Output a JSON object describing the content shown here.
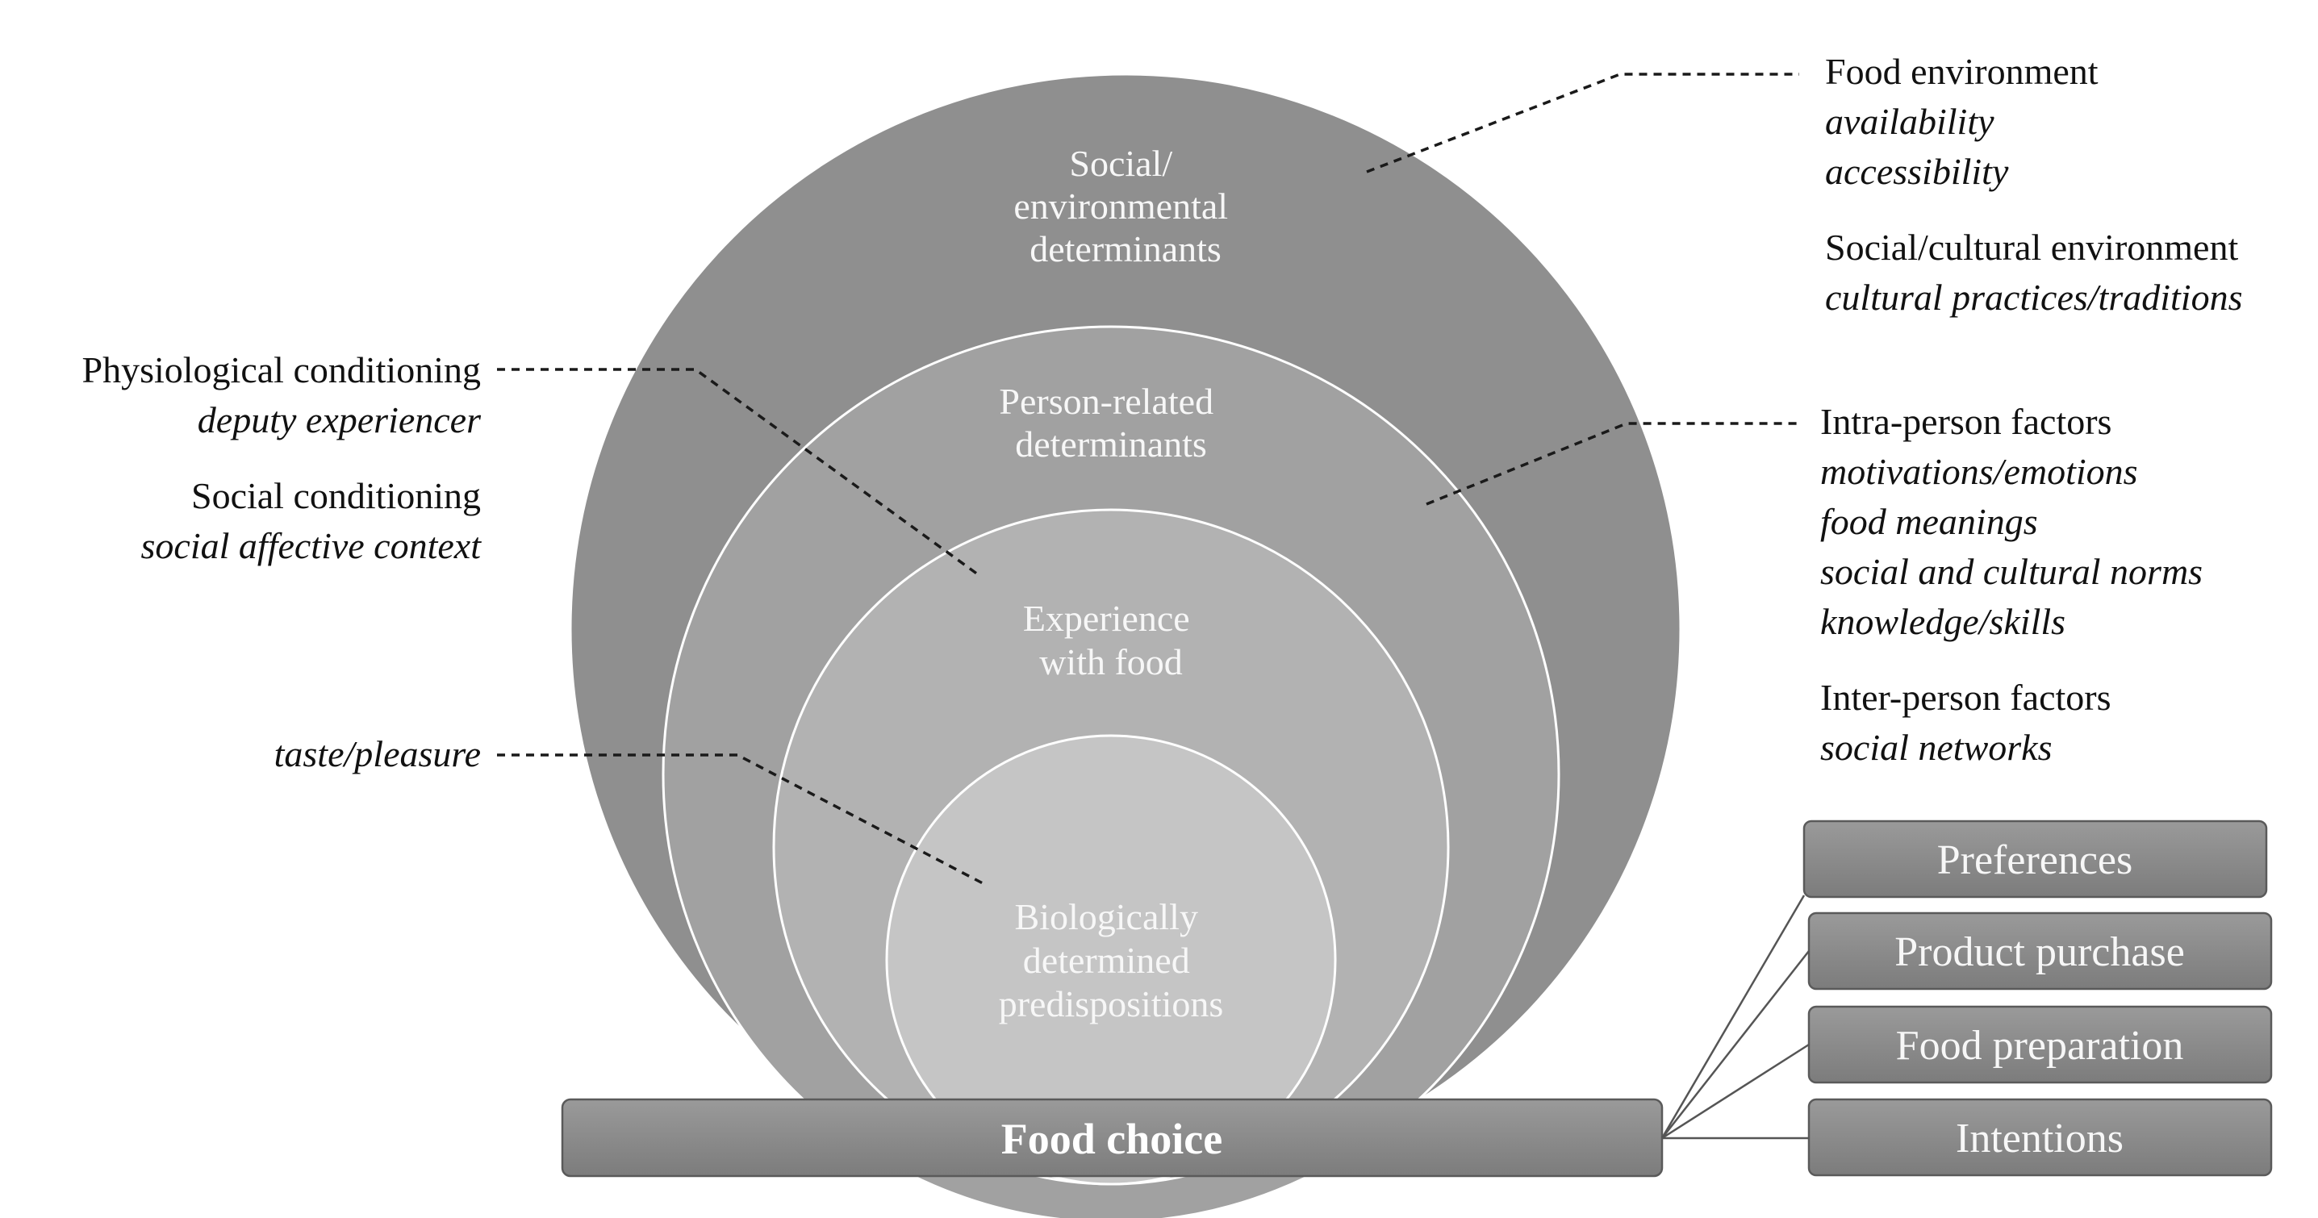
{
  "circles": {
    "outer": {
      "label_lines": [
        "Social/",
        "environmental",
        "determinants"
      ],
      "fill": "#8f8f8f"
    },
    "second": {
      "label_lines": [
        "Person-related",
        "determinants"
      ],
      "fill": "#a1a1a1"
    },
    "third": {
      "label_lines": [
        "Experience",
        "with food"
      ],
      "fill": "#b2b2b2"
    },
    "inner": {
      "label_lines": [
        "Biologically",
        "determined",
        "predispositions"
      ],
      "fill": "#c5c5c5"
    }
  },
  "base": {
    "label": "Food choice",
    "fill": "#8c8c8c"
  },
  "outcomes": [
    {
      "label": "Preferences"
    },
    {
      "label": "Product purchase"
    },
    {
      "label": "Food preparation"
    },
    {
      "label": "Intentions"
    }
  ],
  "right_annotations": {
    "environment": {
      "title1": "Food environment",
      "items1": [
        "availability",
        "accessibility"
      ],
      "title2": "Social/cultural environment",
      "items2": [
        "cultural practices/traditions"
      ]
    },
    "person": {
      "title1": "Intra-person factors",
      "items1": [
        "motivations/emotions",
        "food meanings",
        "social and cultural norms",
        "knowledge/skills"
      ],
      "title2": "Inter-person factors",
      "items2": [
        "social networks"
      ]
    }
  },
  "left_annotations": {
    "experience": {
      "title1": "Physiological conditioning",
      "item1": "deputy experiencer",
      "title2": "Social conditioning",
      "item2": "social affective context"
    },
    "biology": {
      "item": "taste/pleasure"
    }
  },
  "colors": {
    "outline": "#ffffff",
    "box_fill": "#8c8c8c",
    "box_stroke": "#5a5a5a"
  }
}
